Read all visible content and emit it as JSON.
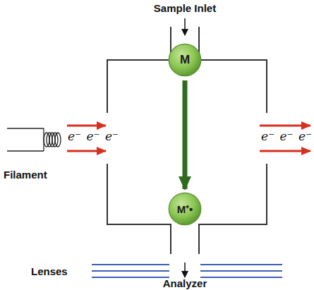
{
  "diagram": {
    "nodes": [
      {
        "text": [
          "M"
        ]
      },
      {
        "text": [
          "M⁺•"
        ]
      }
    ],
    "edges": [
      {
        "from": 0,
        "to": 1,
        "arrow": "to"
      }
    ],
    "labels": [
      "Sample Inlet",
      "e⁻ e⁻ e⁻",
      "e⁻ e⁻ e⁻",
      "Filament",
      "Lenses",
      "Analyzer"
    ]
  }
}
